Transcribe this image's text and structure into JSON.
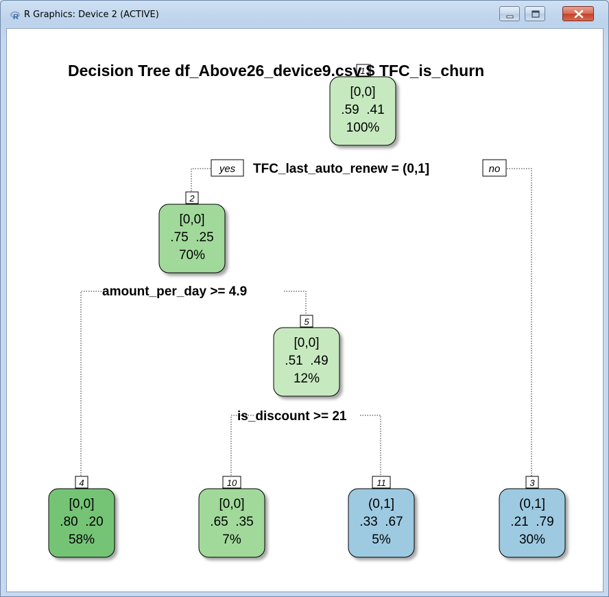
{
  "window": {
    "title": "R Graphics: Device 2 (ACTIVE)",
    "icon": "r-logo-icon",
    "controls": [
      "minimize-icon",
      "maximize-icon",
      "close-icon"
    ]
  },
  "plot": {
    "title": "Decision Tree df_Above26_device9.csv $ TFC_is_churn",
    "branch_labels": {
      "yes": "yes",
      "no": "no"
    },
    "nodes": [
      {
        "id": "1",
        "class": "[0,0]",
        "probs": ".59  .41",
        "pct": "100%",
        "fill": "#c7e9c0"
      },
      {
        "id": "2",
        "class": "[0,0]",
        "probs": ".75  .25",
        "pct": "70%",
        "fill": "#a1d99b"
      },
      {
        "id": "5",
        "class": "[0,0]",
        "probs": ".51  .49",
        "pct": "12%",
        "fill": "#c7e9c0"
      },
      {
        "id": "4",
        "class": "[0,0]",
        "probs": ".80  .20",
        "pct": "58%",
        "fill": "#74c476"
      },
      {
        "id": "10",
        "class": "[0,0]",
        "probs": ".65  .35",
        "pct": "7%",
        "fill": "#a1d99b"
      },
      {
        "id": "11",
        "class": "(0,1]",
        "probs": ".33  .67",
        "pct": "5%",
        "fill": "#9ecae1"
      },
      {
        "id": "3",
        "class": "(0,1]",
        "probs": ".21  .79",
        "pct": "30%",
        "fill": "#9ecae1"
      }
    ],
    "splits": [
      {
        "label": "TFC_last_auto_renew = (0,1]"
      },
      {
        "label": "amount_per_day >= 4.9"
      },
      {
        "label": "is_discount >= 21"
      }
    ]
  }
}
